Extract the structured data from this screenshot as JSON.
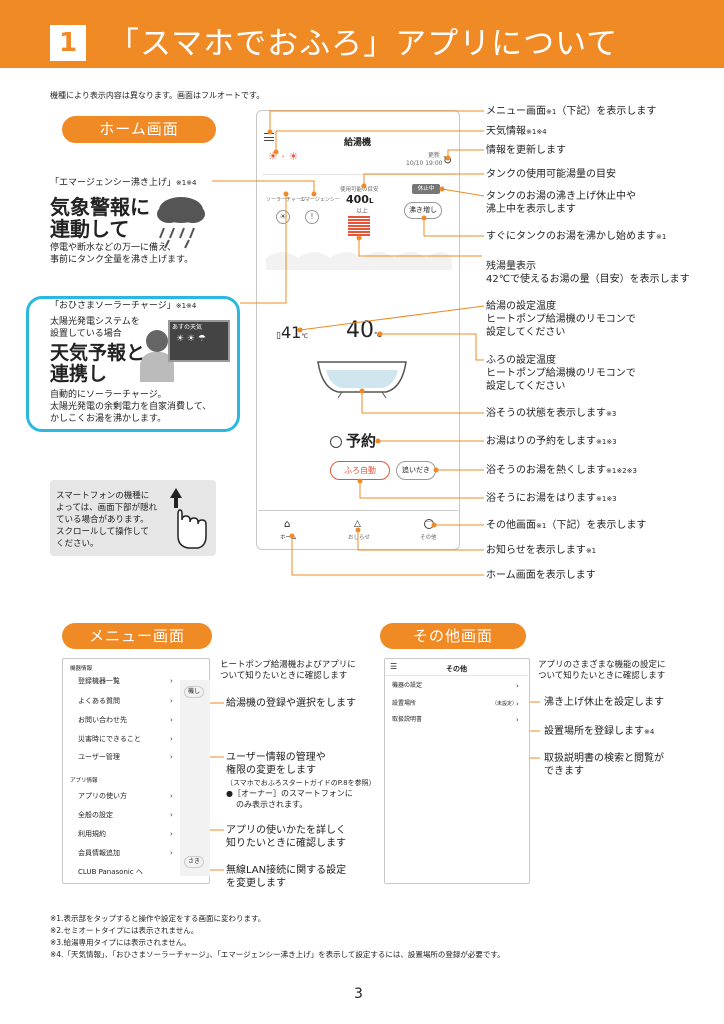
{
  "header": {
    "number": "1",
    "title": "「スマホでおふろ」アプリについて"
  },
  "note_top": "機種により表示内容は異なります。画面はフルオートです。",
  "home_pill": "ホーム画面",
  "emergency": {
    "tag": "「エマージェンシー沸き上げ」",
    "sup": "※1※4",
    "title1": "気象警報に",
    "title2": "連動して",
    "desc1": "停電や断水などの万一に備え、",
    "desc2": "事前にタンク全量を沸き上げます。"
  },
  "solar": {
    "tag": "「おひさまソーラーチャージ」",
    "sup": "※1※4",
    "sub1": "太陽光発電システムを",
    "sub2": "設置している場合",
    "title1": "天気予報と",
    "title2": "連携し",
    "desc1": "自動的にソーラーチャージ。",
    "desc2": "太陽光発電の余剰電力を自家消費して、",
    "desc3": "かしこくお湯を沸かします。",
    "tv_label": "あすの天気"
  },
  "scroll_note": {
    "l1": "スマートフォンの機種に",
    "l2": "よっては、画面下部が隠れ",
    "l3": "ている場合があります。",
    "l4": "スクロールして操作して",
    "l5": "ください。"
  },
  "phone": {
    "title": "給湯機",
    "update1": "更新",
    "update2": "10/10 19:00",
    "solar_lbl": "ソーラーチャージ",
    "emerg_lbl": "エマージェンシー",
    "tank_lbl": "使用可能の目安",
    "tank_val": "400",
    "tank_unit": "L",
    "tank_more": "以上",
    "stop_badge": "休止中",
    "boil_btn": "沸き増し",
    "temp1": "41",
    "temp2": "40",
    "temp_unit": "℃",
    "yoyaku": "予約",
    "auto_btn": "ふろ自動",
    "oidaki_btn": "追いだき",
    "nav_home": "ホーム",
    "nav_notice": "おしらせ",
    "nav_other": "その他"
  },
  "right_ann": [
    {
      "t1": "メニュー画面",
      "sup": "※1",
      "t2": "（下記）を表示します"
    },
    {
      "t1": "天気情報",
      "sup": "※1※4",
      "t2": ""
    },
    {
      "t1": "情報を更新します",
      "sup": "",
      "t2": ""
    },
    {
      "t1": "タンクの使用可能湯量の目安",
      "sup": "",
      "t2": ""
    },
    {
      "t1": "タンクのお湯の沸き上げ休止中や",
      "sup": "",
      "t2": "沸上中を表示します"
    },
    {
      "t1": "すぐにタンクのお湯を沸かし始めます",
      "sup": "※1",
      "t2": ""
    },
    {
      "t1": "残湯量表示",
      "sup": "",
      "t2": "42℃で使えるお湯の量（目安）を表示します"
    },
    {
      "t1": "給湯の設定温度",
      "sup": "",
      "t2": "ヒートポンプ給湯機のリモコンで",
      "t3": "設定してください"
    },
    {
      "t1": "ふろの設定温度",
      "sup": "",
      "t2": "ヒートポンプ給湯機のリモコンで",
      "t3": "設定してください"
    },
    {
      "t1": "浴そうの状態を表示します",
      "sup": "※3",
      "t2": ""
    },
    {
      "t1": "お湯はりの予約をします",
      "sup": "※1※3",
      "t2": ""
    },
    {
      "t1": "浴そうのお湯を熱くします",
      "sup": "※1※2※3",
      "t2": ""
    },
    {
      "t1": "浴そうにお湯をはります",
      "sup": "※1※3",
      "t2": ""
    },
    {
      "t1": "その他画面",
      "sup": "※1",
      "t2": "（下記）を表示します"
    },
    {
      "t1": "お知らせを表示します",
      "sup": "※1",
      "t2": ""
    },
    {
      "t1": "ホーム画面を表示します",
      "sup": "",
      "t2": ""
    }
  ],
  "menu_pill": "メニュー画面",
  "other_pill": "その他画面",
  "menu": {
    "sec1": "機器情報",
    "items1": [
      "登録機器一覧",
      "よくある質問",
      "お問い合わせ先",
      "災害時にできること",
      "ユーザー管理"
    ],
    "sec2": "アプリ情報",
    "items2": [
      "アプリの使い方",
      "全般の設定",
      "利用規約",
      "会員情報追加",
      "CLUB Panasonic へ"
    ],
    "peek1": "機し",
    "peek2": "さき"
  },
  "menu_ann": {
    "a0l1": "ヒートポンプ給湯機およびアプリに",
    "a0l2": "ついて知りたいときに確認します",
    "a1": "給湯機の登録や選択をします",
    "a2l1": "ユーザー情報の管理や",
    "a2l2": "権限の変更をします",
    "a2n1": "（スマホでおふろスタートガイドのP.8を参照）",
    "a2n2": "●［オーナー］のスマートフォンに",
    "a2n3": "のみ表示されます。",
    "a3l1": "アプリの使いかたを詳しく",
    "a3l2": "知りたいときに確認します",
    "a4l1": "無線LAN接続に関する設定",
    "a4l2": "を変更します"
  },
  "other": {
    "title": "その他",
    "items": [
      "機器の設定",
      "設置場所",
      "取扱説明書"
    ],
    "item2_val": "（未設定）"
  },
  "other_ann": {
    "a0l1": "アプリのさまざまな機能の設定に",
    "a0l2": "ついて知りたいときに確認します",
    "a1": "沸き上げ休止を設定します",
    "a2": "設置場所を登録します",
    "a2sup": "※4",
    "a3l1": "取扱説明書の検索と閲覧が",
    "a3l2": "できます"
  },
  "footnotes": [
    "※1.表示部をタップすると操作や設定をする画面に変わります。",
    "※2.セミオートタイプには表示されません。",
    "※3.給湯専用タイプには表示されません。",
    "※4.「天気情報」、「おひさまソーラーチャージ」、「エマージェンシー沸き上げ」を表示して設定するには、設置場所の登録が必要です。"
  ],
  "page_number": "3",
  "colors": {
    "accent": "#f08a24",
    "highlight": "#2ab8e0"
  }
}
